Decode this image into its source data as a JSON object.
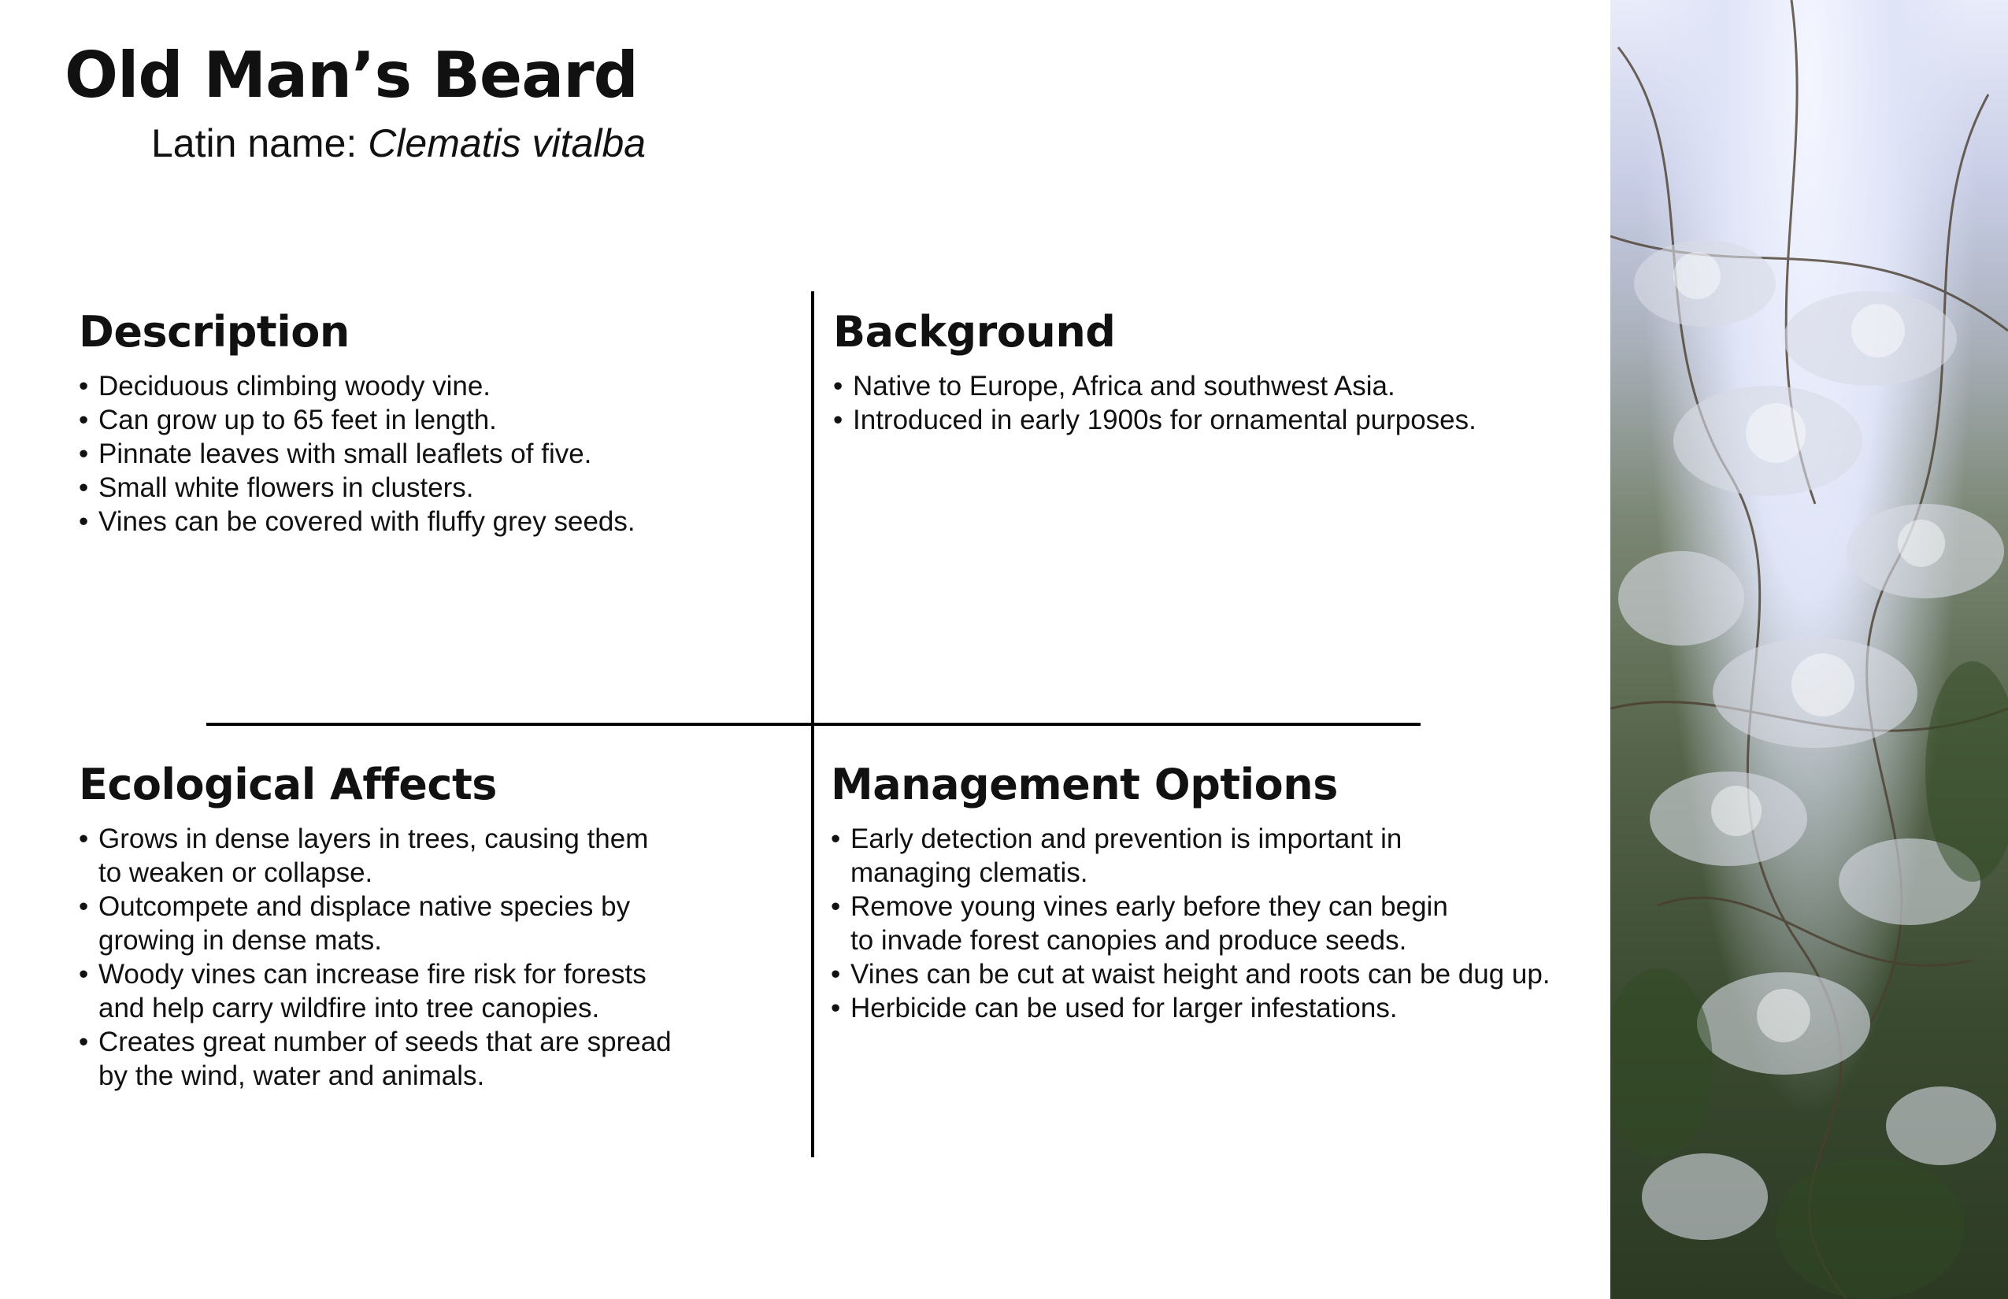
{
  "title": "Old Man’s Beard",
  "latin_label": "Latin name:",
  "latin_name": "Clematis vitalba",
  "sections": {
    "description": {
      "heading": "Description",
      "items": [
        "Deciduous climbing woody vine.",
        "Can grow up to 65 feet in length.",
        "Pinnate leaves with small leaflets of five.",
        "Small white flowers in clusters.",
        "Vines can be covered with fluffy grey seeds."
      ]
    },
    "background": {
      "heading": "Background",
      "items": [
        "Native to Europe, Africa and southwest Asia.",
        "Introduced in early 1900s for ornamental purposes."
      ]
    },
    "ecological": {
      "heading": "Ecological Affects",
      "items": [
        "Grows in dense layers in trees, causing them\nto weaken or collapse.",
        "Outcompete and displace native species by\ngrowing in dense mats.",
        "Woody vines can increase fire risk for forests\nand help carry wildfire into tree canopies.",
        "Creates great number of seeds that are spread\nby the wind, water and animals."
      ]
    },
    "management": {
      "heading": "Management Options",
      "items": [
        "Early detection and prevention is important in\nmanaging clematis.",
        "Remove young vines early before they can begin\nto invade forest canopies and produce seeds.",
        "Vines can be cut at waist height and roots can be dug up.",
        "Herbicide can be used for larger infestations."
      ]
    }
  },
  "colors": {
    "text": "#111111",
    "divider": "#000000",
    "background": "#ffffff"
  }
}
